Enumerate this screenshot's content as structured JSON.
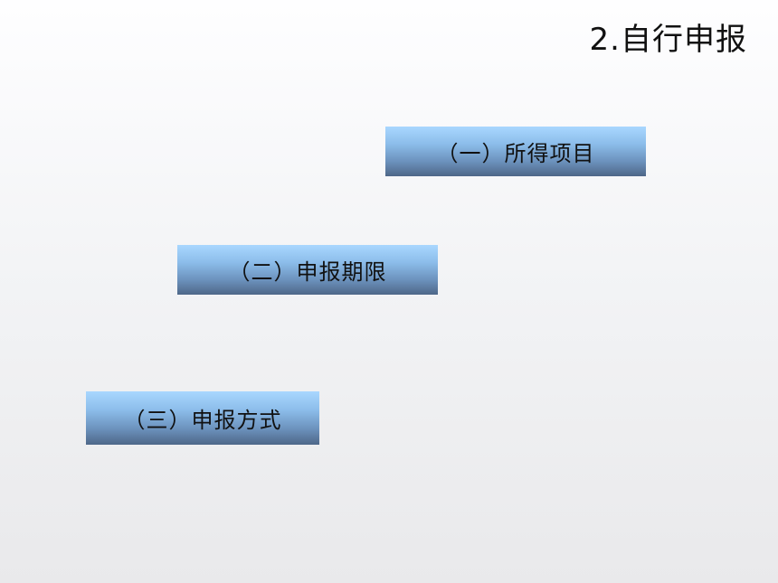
{
  "slide": {
    "title": "2.自行申报",
    "sections": [
      {
        "label": "（一）所得项目"
      },
      {
        "label": "（二）申报期限"
      },
      {
        "label": "（三）申报方式"
      }
    ]
  },
  "colors": {
    "box_top": "#a9d7ff",
    "box_bottom": "#4e6788",
    "text": "#111111"
  }
}
